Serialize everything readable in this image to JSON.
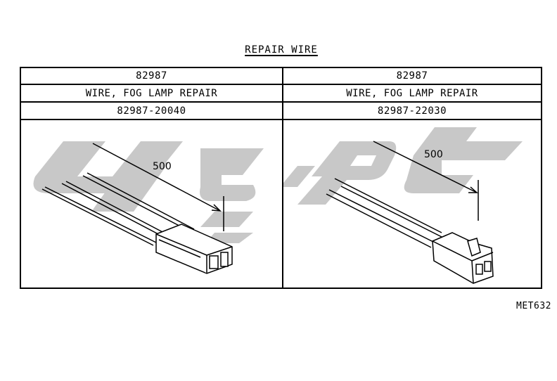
{
  "title": "REPAIR WIRE",
  "figure_code": "MET632",
  "colors": {
    "line": "#000000",
    "watermark": "#c8c8c8",
    "background": "#ffffff"
  },
  "columns": [
    {
      "part_group": "82987",
      "part_name": "WIRE, FOG LAMP REPAIR",
      "part_number": "82987-20040",
      "dimension_label": "500",
      "connector": "2-pin rectangular connector with 3 wires"
    },
    {
      "part_group": "82987",
      "part_name": "WIRE, FOG LAMP REPAIR",
      "part_number": "82987-22030",
      "dimension_label": "500",
      "connector": "2-pin square connector with 3 wires"
    }
  ]
}
